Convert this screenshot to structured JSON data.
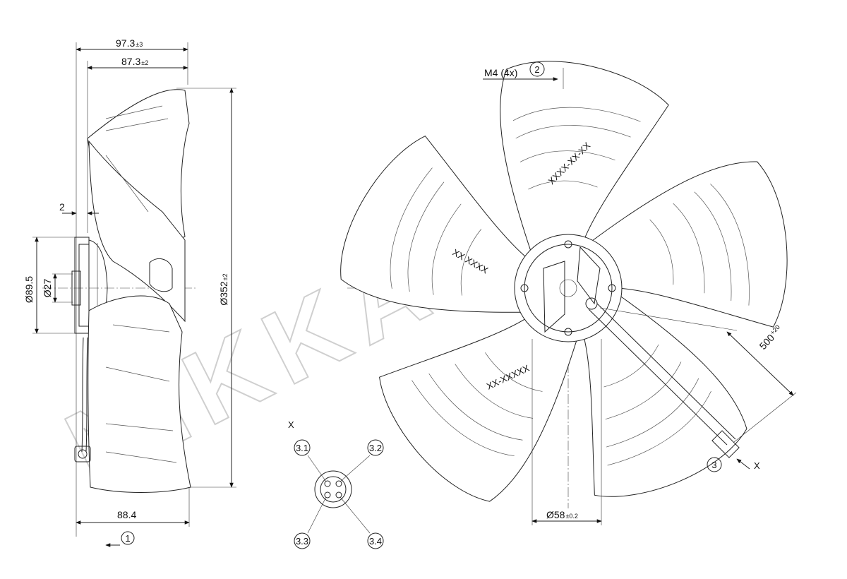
{
  "watermark": "NIKKAI",
  "side_view": {
    "overall_depth": "97.3",
    "overall_depth_tol": "±3",
    "blade_depth": "87.3",
    "blade_depth_tol": "±2",
    "diameter": "Ø352",
    "diameter_tol": "±2",
    "flange_offset": "2",
    "hub_diameter": "Ø89.5",
    "shaft_diameter": "Ø27",
    "base_depth": "88.4",
    "airflow_callout": "1"
  },
  "front_view": {
    "thread_label": "M4 (4x)",
    "thread_callout": "2",
    "bolt_circle": "Ø58",
    "bolt_circle_tol": "±0.2",
    "cable_length": "500",
    "cable_length_tol": "+20",
    "cable_callout": "3",
    "section_label": "X",
    "blade_stamp_a": "XX XXXX",
    "blade_stamp_b": "XXXX-XX-XX",
    "blade_stamp_c": "XX-XXXXX"
  },
  "connector_view": {
    "title": "X",
    "pins": [
      "3.1",
      "3.2",
      "3.3",
      "3.4"
    ]
  }
}
